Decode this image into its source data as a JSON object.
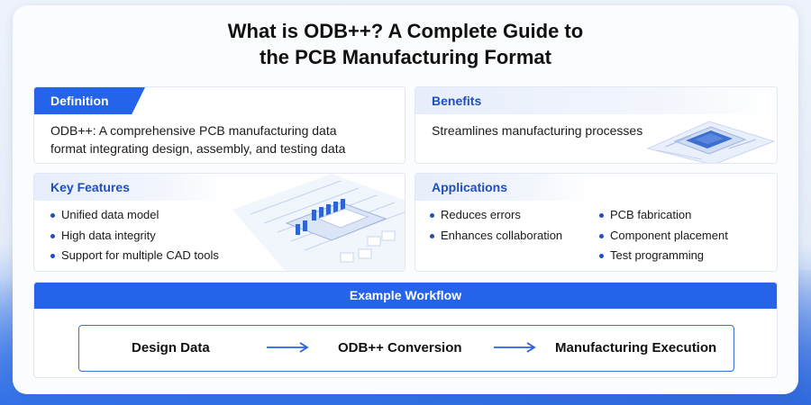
{
  "title_line1": "What is ODB++? A Complete Guide to",
  "title_line2": "the PCB Manufacturing Format",
  "definition": {
    "heading": "Definition",
    "text_line1": "ODB++: A comprehensive PCB manufacturing data",
    "text_line2": "format integrating design, assembly, and testing data"
  },
  "benefits": {
    "heading": "Benefits",
    "text": "Streamlines manufacturing processes"
  },
  "key_features": {
    "heading": "Key Features",
    "items": [
      "Unified data model",
      "High data integrity",
      "Support for multiple CAD tools"
    ]
  },
  "applications": {
    "heading": "Applications",
    "items_left": [
      "Reduces errors",
      "Enhances collaboration"
    ],
    "items_right": [
      "PCB fabrication",
      "Component placement",
      "Test programming"
    ]
  },
  "workflow": {
    "heading": "Example Workflow",
    "steps": [
      "Design Data",
      "ODB++ Conversion",
      "Manufacturing Execution"
    ]
  },
  "colors": {
    "accent": "#2563eb",
    "heading_text": "#1f4fbf",
    "bullet": "#1f4fbf"
  }
}
